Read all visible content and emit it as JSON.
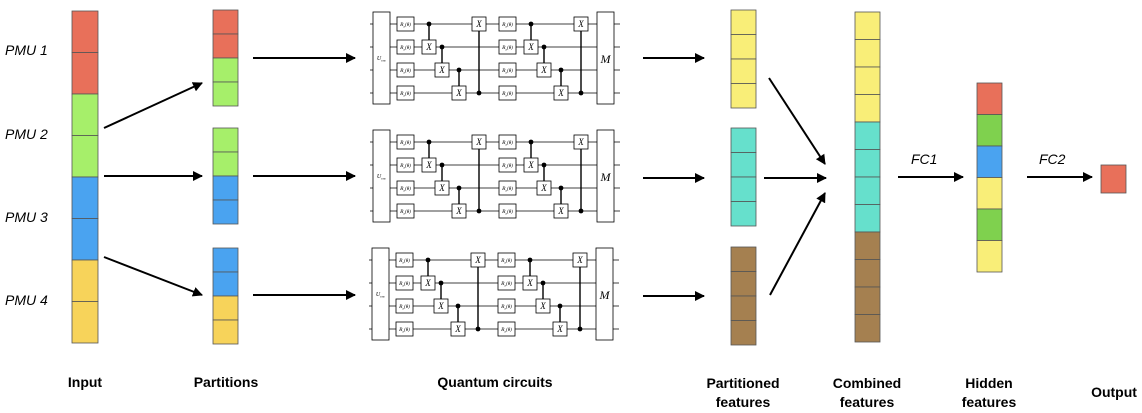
{
  "colors": {
    "red": "#e8705a",
    "green": "#a6ef6a",
    "blue": "#4aa3f0",
    "yellow": "#f7d35a",
    "pale_yellow": "#f9ee78",
    "cyan": "#66e0cc",
    "brown": "#a58050",
    "hidden_green": "#7fd14e",
    "hidden_yellow": "#f9ee78"
  },
  "pmu_labels": [
    "PMU 1",
    "PMU 2",
    "PMU 3",
    "PMU 4"
  ],
  "fc_labels": {
    "fc1": "FC1",
    "fc2": "FC2"
  },
  "column_labels": {
    "input": "Input",
    "partitions": "Partitions",
    "quantum": "Quantum circuits",
    "partitioned_1": "Partitioned",
    "partitioned_2": "features",
    "combined_1": "Combined",
    "combined_2": "features",
    "hidden_1": "Hidden",
    "hidden_2": "features",
    "output": "Output"
  },
  "circuit_labels": {
    "embed": "U",
    "embed_sub": "enc",
    "rotation": "R",
    "rotation_sub": "y",
    "theta": "(θ)",
    "x_gate": "X",
    "measure": "M"
  },
  "input_cells": [
    "red",
    "red",
    "green",
    "green",
    "blue",
    "blue",
    "yellow",
    "yellow"
  ],
  "partition_cells": [
    [
      "red",
      "red",
      "green",
      "green"
    ],
    [
      "green",
      "green",
      "blue",
      "blue"
    ],
    [
      "blue",
      "blue",
      "yellow",
      "yellow"
    ]
  ],
  "partitioned_feature_cells": [
    [
      "pale_yellow",
      "pale_yellow",
      "pale_yellow",
      "pale_yellow"
    ],
    [
      "cyan",
      "cyan",
      "cyan",
      "cyan"
    ],
    [
      "brown",
      "brown",
      "brown",
      "brown"
    ]
  ],
  "combined_cells": [
    "pale_yellow",
    "pale_yellow",
    "pale_yellow",
    "pale_yellow",
    "cyan",
    "cyan",
    "cyan",
    "cyan",
    "brown",
    "brown",
    "brown",
    "brown"
  ],
  "hidden_cells": [
    "red",
    "hidden_green",
    "blue",
    "hidden_yellow",
    "hidden_green",
    "hidden_yellow"
  ],
  "output_cells": [
    "red"
  ]
}
